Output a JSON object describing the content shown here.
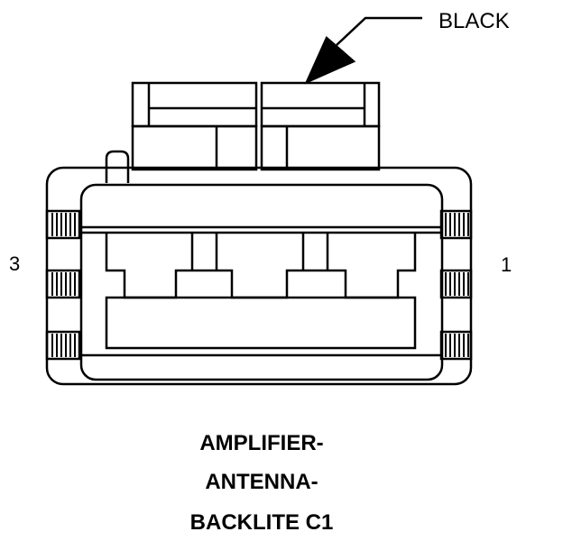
{
  "connector": {
    "color_label": "BLACK",
    "pin_left": "3",
    "pin_right": "1",
    "title_lines": [
      "AMPLIFIER-",
      "ANTENNA-",
      "BACKLITE C1"
    ]
  }
}
